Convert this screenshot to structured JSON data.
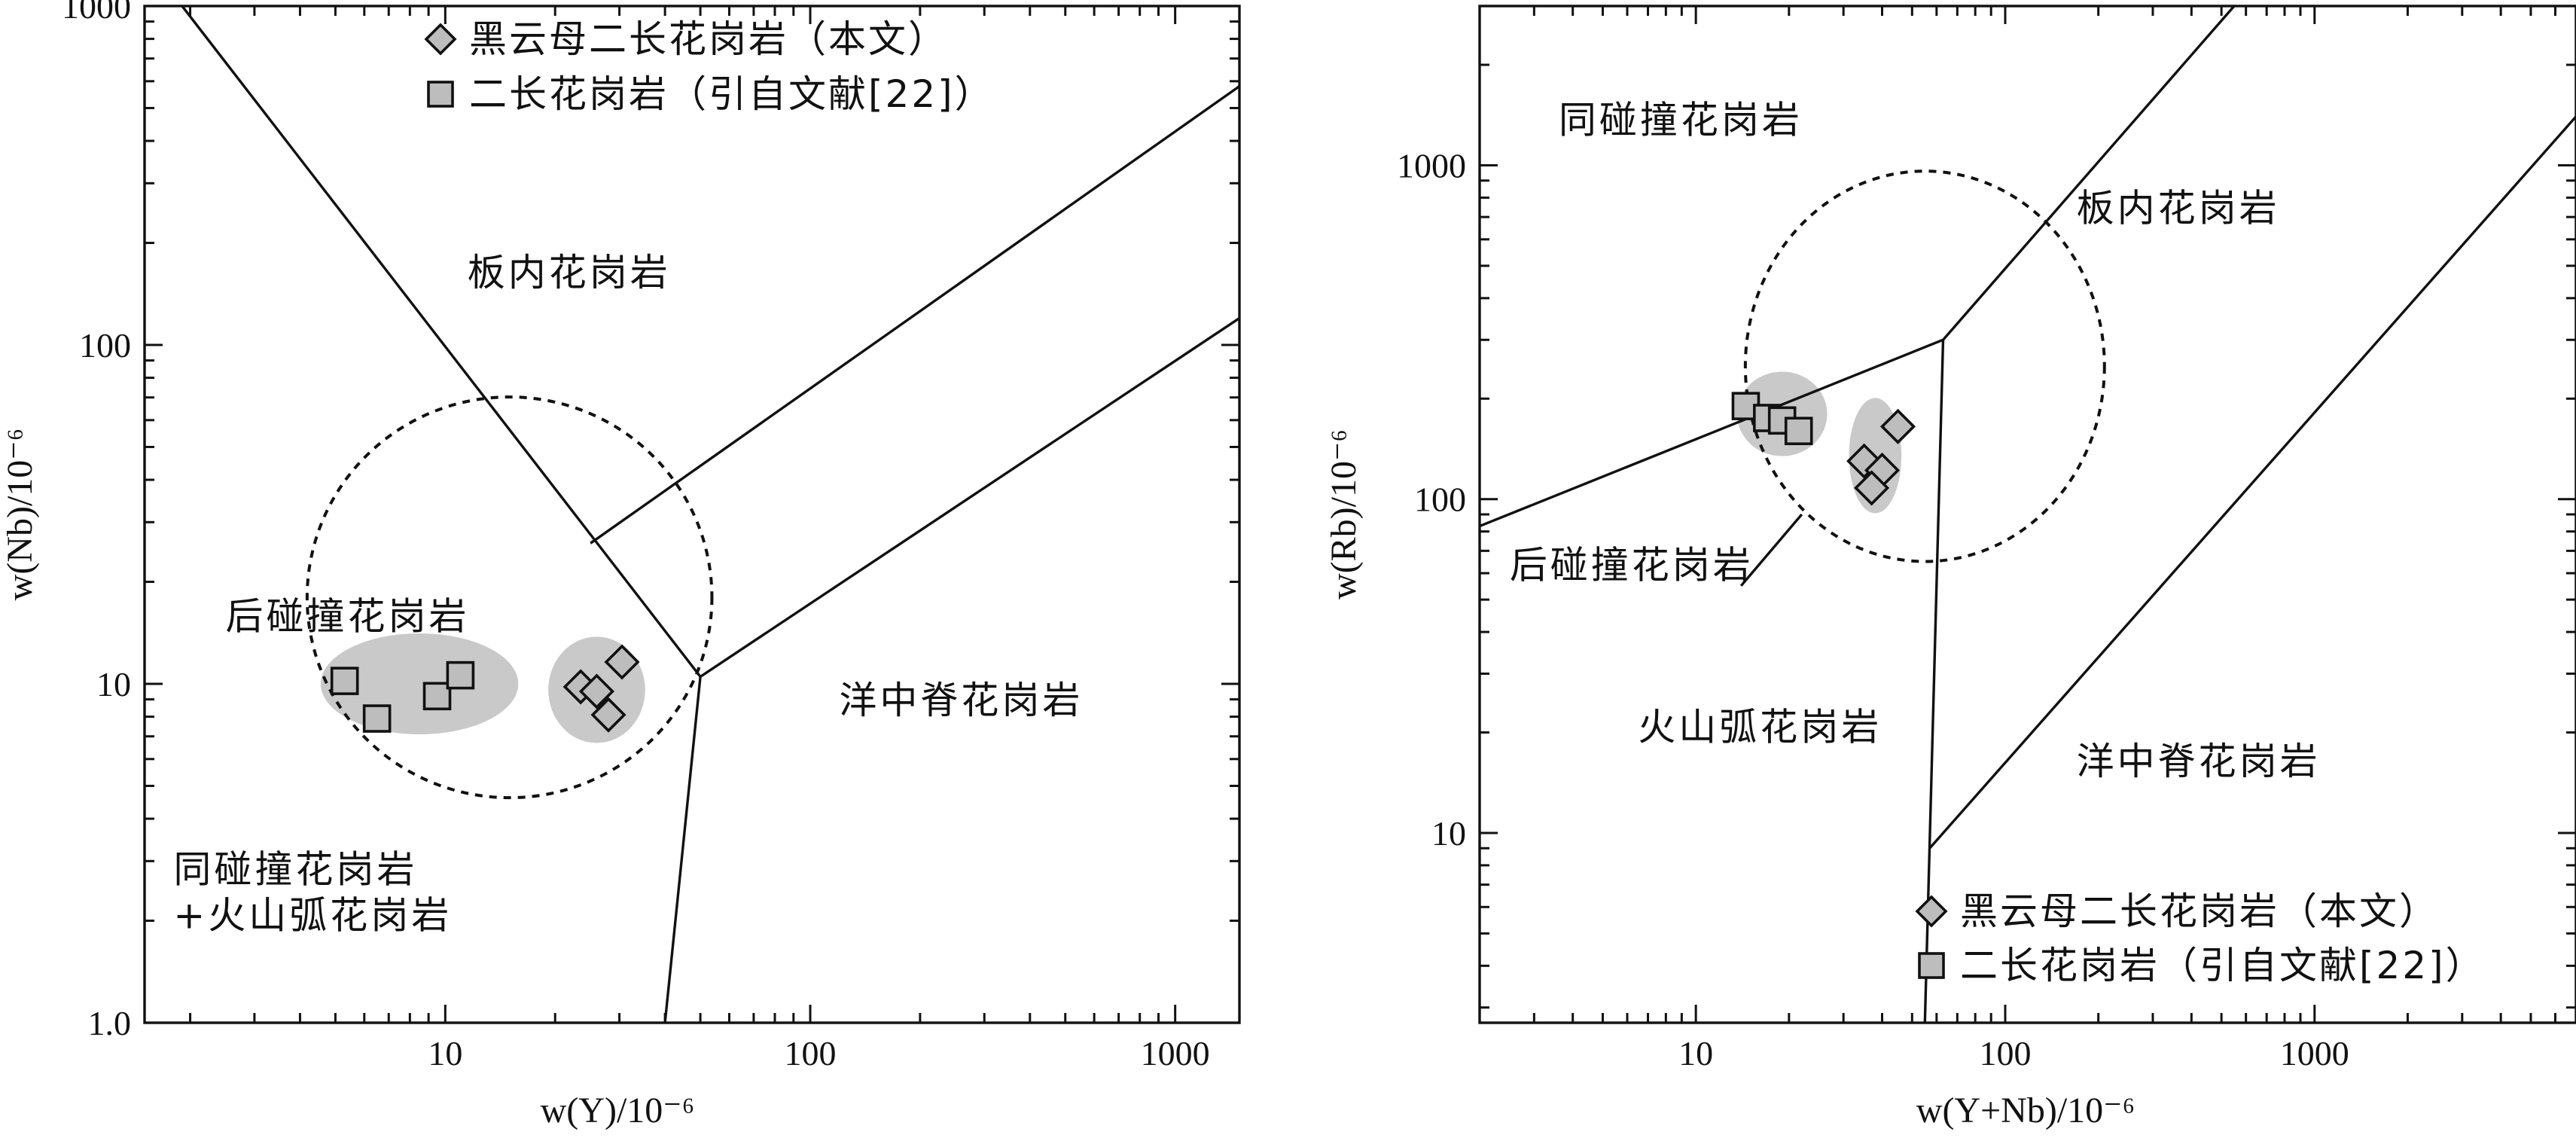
{
  "chart_data": [
    {
      "type": "scatter",
      "scale": "log-log",
      "xlabel": "w(Y)/10⁻⁶",
      "ylabel": "w(Nb)/10⁻⁶",
      "xlim": [
        1.5,
        1500
      ],
      "ylim": [
        1,
        1000
      ],
      "x_ticks": [
        10,
        100,
        1000
      ],
      "x_tick_labels": [
        "10",
        "100",
        "1000"
      ],
      "y_ticks": [
        1,
        10,
        100,
        1000
      ],
      "y_tick_labels": [
        "1.0",
        "10",
        "100",
        "1000"
      ],
      "legend_position": "top-center",
      "legend": [
        {
          "marker": "diamond",
          "label": "黑云母二长花岗岩（本文）"
        },
        {
          "marker": "square",
          "label": "二长花岗岩（引自文献[22]）"
        }
      ],
      "field_labels": [
        {
          "text": "板内花岗岩",
          "x": 11.5,
          "y": 150
        },
        {
          "text": "后碰撞花岗岩",
          "x": 2.5,
          "y": 14.5
        },
        {
          "text": "洋中脊花岗岩",
          "x": 120,
          "y": 8.2
        },
        {
          "text": "同碰撞花岗岩",
          "x": 1.8,
          "y": 2.6
        },
        {
          "text": "+火山弧花岗岩",
          "x": 1.8,
          "y": 1.9
        }
      ],
      "boundaries": [
        {
          "points": [
            [
              1.9,
              1000
            ],
            [
              50,
              10.5
            ],
            [
              40,
              1
            ]
          ]
        },
        {
          "points": [
            [
              50,
              10.5
            ],
            [
              1500,
              120
            ]
          ]
        },
        {
          "points": [
            [
              25,
              26
            ],
            [
              1500,
              580
            ]
          ]
        }
      ],
      "dashed_circle": {
        "center": [
          15,
          18
        ],
        "x_range": [
          4.2,
          54
        ],
        "y_range": [
          4.6,
          70
        ]
      },
      "shaded_groups": [
        {
          "center": [
            8.5,
            10
          ],
          "x_range": [
            4.6,
            16
          ],
          "y_range": [
            7.1,
            14.1
          ]
        },
        {
          "center": [
            26,
            9.6
          ],
          "x_range": [
            19,
            35
          ],
          "y_range": [
            6.8,
            14.0
          ]
        }
      ],
      "series": [
        {
          "name": "黑云母二长花岗岩（本文）",
          "marker": "diamond",
          "x": [
            23.5,
            26,
            28,
            30.5
          ],
          "y": [
            9.8,
            9.5,
            8.1,
            11.6
          ]
        },
        {
          "name": "二长花岗岩（引自文献[22]）",
          "marker": "square",
          "x": [
            5.3,
            6.5,
            9.5,
            11
          ],
          "y": [
            10.2,
            7.9,
            9.2,
            10.6
          ]
        }
      ]
    },
    {
      "type": "scatter",
      "scale": "log-log",
      "xlabel": "w(Y+Nb)/10⁻⁶",
      "ylabel": "w(Rb)/10⁻⁶",
      "xlim": [
        2,
        7000
      ],
      "ylim": [
        2.7,
        3000
      ],
      "x_ticks": [
        10,
        100,
        1000
      ],
      "x_tick_labels": [
        "10",
        "100",
        "1000"
      ],
      "y_ticks": [
        10,
        100,
        1000
      ],
      "y_tick_labels": [
        "10",
        "100",
        "1000"
      ],
      "legend_position": "bottom-right",
      "legend": [
        {
          "marker": "diamond",
          "label": "黑云母二长花岗岩（本文）"
        },
        {
          "marker": "square",
          "label": "二长花岗岩（引自文献[22]）"
        }
      ],
      "field_labels": [
        {
          "text": "同碰撞花岗岩",
          "x": 3.6,
          "y": 1250
        },
        {
          "text": "板内花岗岩",
          "x": 170,
          "y": 680
        },
        {
          "text": "后碰撞花岗岩",
          "x": 2.5,
          "y": 58
        },
        {
          "text": "火山弧花岗岩",
          "x": 6.5,
          "y": 19
        },
        {
          "text": "洋中脊花岗岩",
          "x": 170,
          "y": 15
        }
      ],
      "boundaries": [
        {
          "points": [
            [
              2,
              83
            ],
            [
              63,
              300
            ],
            [
              55,
              2.7
            ]
          ]
        },
        {
          "points": [
            [
              63,
              300
            ],
            [
              550,
              3000
            ]
          ]
        },
        {
          "points": [
            [
              57,
              9
            ],
            [
              7000,
              1400
            ]
          ]
        },
        {
          "points": [
            [
              14,
              55
            ],
            [
              22,
              90
            ]
          ]
        }
      ],
      "dashed_circle": {
        "center": [
          55,
          250
        ],
        "x_range": [
          14.5,
          210
        ],
        "y_range": [
          65,
          960
        ]
      },
      "shaded_groups": [
        {
          "center": [
            19,
            180
          ],
          "x_range": [
            13.8,
            27
          ],
          "y_range": [
            134,
            240
          ]
        },
        {
          "center": [
            38,
            135
          ],
          "x_range": [
            32.5,
            48
          ],
          "y_range": [
            88,
            195
          ]
        }
      ],
      "series": [
        {
          "name": "黑云母二长花岗岩（本文）",
          "marker": "diamond",
          "x": [
            35,
            40,
            45,
            37
          ],
          "y": [
            130,
            122,
            165,
            108
          ]
        },
        {
          "name": "二长花岗岩（引自文献[22]）",
          "marker": "square",
          "x": [
            14.5,
            17,
            19,
            21.5
          ],
          "y": [
            190,
            175,
            172,
            160
          ]
        }
      ]
    }
  ]
}
